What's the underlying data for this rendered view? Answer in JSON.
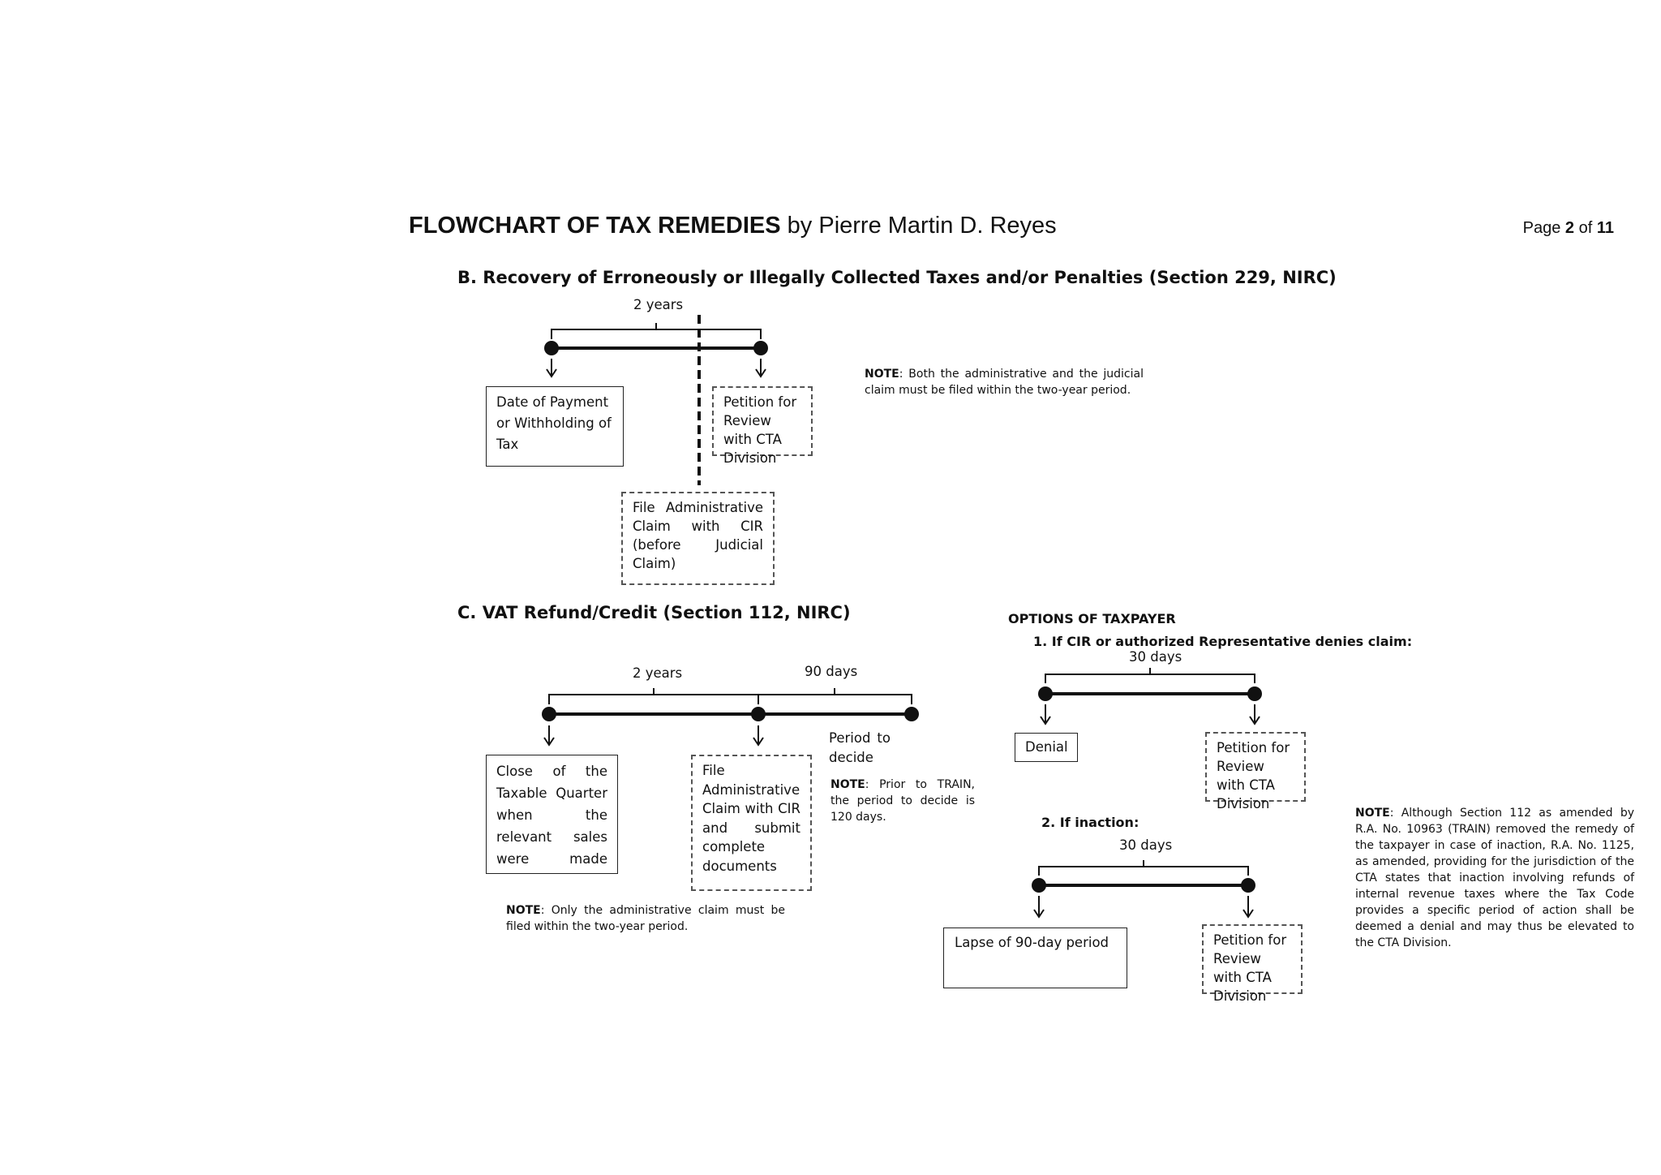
{
  "header": {
    "title_bold": "FLOWCHART OF TAX REMEDIES",
    "title_rest": " by Pierre Martin D. Reyes",
    "page_prefix": "Page ",
    "page_current": "2",
    "page_of": " of ",
    "page_total": "11"
  },
  "sectionB": {
    "heading": "B.  Recovery of Erroneously or Illegally Collected Taxes and/or Penalties (Section 229, NIRC)",
    "period_label": "2 years",
    "box_payment": "Date of Payment or Withholding of Tax",
    "box_petition": "Petition for Review with CTA Division",
    "box_admin": "File Administrative Claim with CIR (before Judicial Claim)",
    "note_label": "NOTE",
    "note_text": ": Both the administrative and the judicial claim must be filed within the two-year period."
  },
  "sectionC": {
    "heading": "C.  VAT Refund/Credit (Section 112, NIRC)",
    "period_2y": "2 years",
    "period_90d": "90 days",
    "box_close": "Close of the Taxable Quarter when the relevant sales were made",
    "box_file": "File Administrative Claim with CIR and submit complete documents",
    "period_decide": "Period to decide",
    "note_train_label": "NOTE",
    "note_train_text": ": Prior to TRAIN, the period to decide is 120 days.",
    "note_admin_label": "NOTE",
    "note_admin_text": ": Only the administrative claim must be filed within the two-year period."
  },
  "options": {
    "heading": "OPTIONS OF TAXPAYER",
    "opt1_heading": "1.   If CIR or authorized Representative denies claim:",
    "opt1_period": "30 days",
    "opt1_box_denial": "Denial",
    "opt1_box_petition": "Petition for Review with CTA Division",
    "opt2_heading": "2.   If inaction:",
    "opt2_period": "30 days",
    "opt2_box_lapse": "Lapse of 90-day period",
    "opt2_box_petition": "Petition for Review with CTA Division",
    "note_label": "NOTE",
    "note_text": ": Although Section 112 as amended by R.A. No. 10963 (TRAIN) removed the remedy of the taxpayer in case of inaction, R.A. No. 1125, as amended, providing for the jurisdiction of the CTA states that inaction involving refunds of internal revenue taxes where the Tax Code provides a specific period of action shall be deemed a denial and may thus be elevated to the CTA Division."
  }
}
